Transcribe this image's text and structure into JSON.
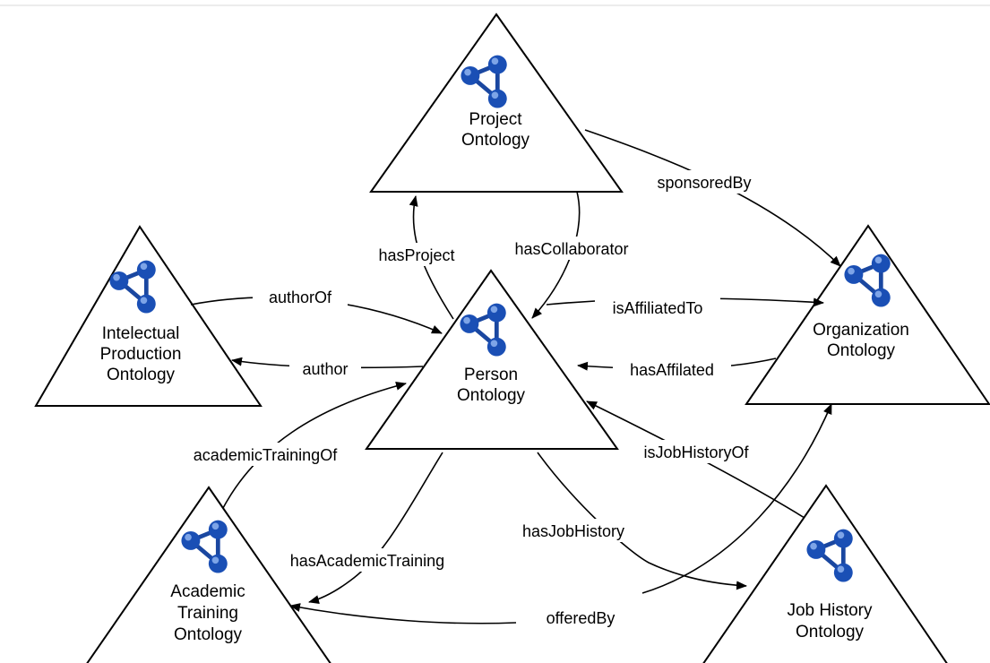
{
  "nodes": {
    "project": {
      "line1": "Project",
      "line2": "Ontology",
      "icon": "ontology-network-icon"
    },
    "person": {
      "line1": "Person",
      "line2": "Ontology",
      "icon": "ontology-network-icon"
    },
    "intelectual": {
      "line1": "Intelectual",
      "line2": "Production",
      "line3": "Ontology",
      "icon": "ontology-network-icon"
    },
    "organization": {
      "line1": "Organization",
      "line2": "Ontology",
      "icon": "ontology-network-icon"
    },
    "academic": {
      "line1": "Academic",
      "line2": "Training",
      "line3": "Ontology",
      "icon": "ontology-network-icon"
    },
    "jobhistory": {
      "line1": "Job History",
      "line2": "Ontology",
      "icon": "ontology-network-icon"
    }
  },
  "edges": {
    "sponsoredBy": "sponsoredBy",
    "hasProject": "hasProject",
    "hasCollaborator": "hasCollaborator",
    "authorOf": "authorOf",
    "author": "author",
    "isAffiliatedTo": "isAffiliatedTo",
    "hasAffilated": "hasAffilated",
    "academicTrainingOf": "academicTrainingOf",
    "isJobHistoryOf": "isJobHistoryOf",
    "hasJobHistory": "hasJobHistory",
    "hasAcademicTraining": "hasAcademicTraining",
    "offeredBy": "offeredBy"
  },
  "colors": {
    "icon": "#1a4fb5",
    "line": "#000000"
  }
}
